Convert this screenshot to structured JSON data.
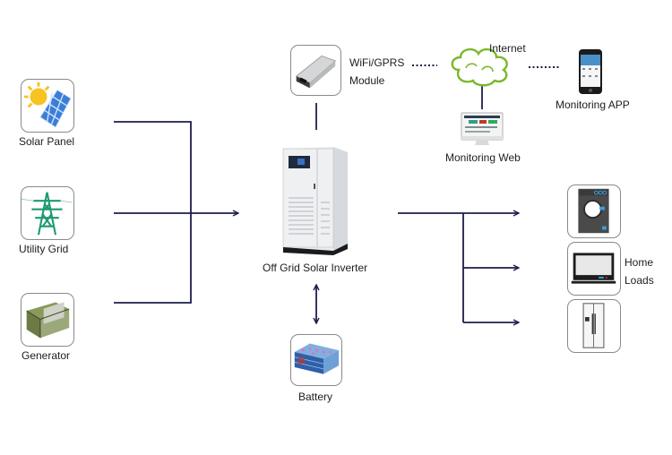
{
  "title": "Off Grid Solar Inverter System Diagram",
  "colors": {
    "line": "#1c1e4a",
    "cloud": "#7ab829",
    "box_border": "#8a8a8a",
    "background": "#ffffff"
  },
  "sources": [
    {
      "label": "Solar Panel",
      "icon": "solar-panel-icon"
    },
    {
      "label": "Utility Grid",
      "icon": "utility-grid-icon"
    },
    {
      "label": "Generator",
      "icon": "generator-icon"
    }
  ],
  "inverter": {
    "label": "Off Grid Solar Inverter",
    "icon": "inverter-cabinet-icon"
  },
  "battery": {
    "label": "Battery",
    "icon": "battery-icon"
  },
  "module": {
    "label_line1": "WiFi/GPRS",
    "label_line2": "Module",
    "icon": "wifi-module-icon"
  },
  "internet": {
    "label": "Internet",
    "icon": "cloud-icon"
  },
  "monitoring_web": {
    "label": "Monitoring Web",
    "icon": "monitor-icon"
  },
  "monitoring_app": {
    "label": "Monitoring APP",
    "icon": "smartphone-icon"
  },
  "loads": {
    "label_line1": "Home",
    "label_line2": "Loads",
    "items": [
      {
        "icon": "washing-machine-icon"
      },
      {
        "icon": "television-icon"
      },
      {
        "icon": "refrigerator-icon"
      }
    ]
  }
}
